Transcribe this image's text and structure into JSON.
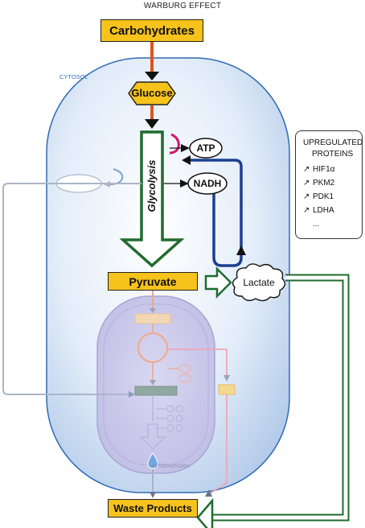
{
  "title": "WARBURG EFFECT",
  "nodes": {
    "carbohydrates": "Carbohydrates",
    "glucose": "Glucose",
    "glycolysis": "Glycolysis",
    "atp": "ATP",
    "nadh": "NADH",
    "pyruvate": "Pyruvate",
    "lactate": "Lactate",
    "waste_products": "Waste Products"
  },
  "compartments": {
    "cytosol": "CYTOSOL",
    "mitochondria": "MITOCHONDRIA"
  },
  "upregulated": {
    "heading_line1": "UPREGULATED",
    "heading_line2": "PROTEINS",
    "arrow_glyph": "↗",
    "items": [
      "HIF1α",
      "PKM2",
      "PDK1",
      "LDHA",
      "..."
    ]
  },
  "colors": {
    "cell_fill": "#d9e6f8",
    "cell_edge": "#2e6bb5",
    "box_yellow": "#f6c21c",
    "arrow_orange": "#e0531f",
    "glycolysis_green": "#1f6b2e",
    "nadh_blue": "#1b3f91",
    "atp_magenta": "#d4156f",
    "mito_fill": "#c9c7ea",
    "mito_edge": "#a8a6d4"
  }
}
